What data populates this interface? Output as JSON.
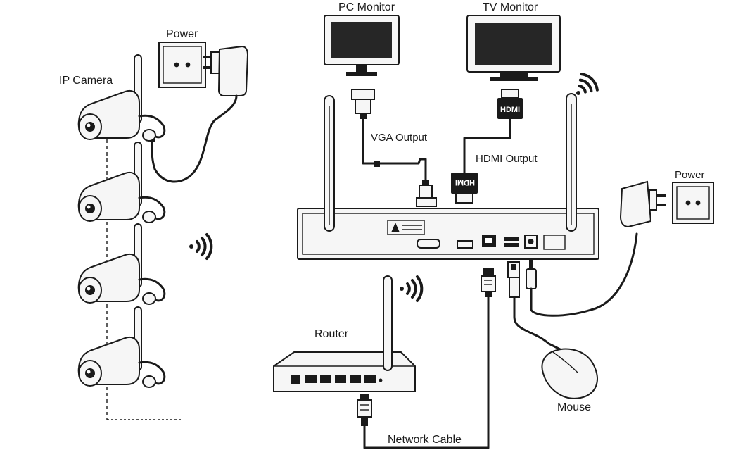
{
  "labels": {
    "pc_monitor": "PC Monitor",
    "tv_monitor": "TV Monitor",
    "power_top": "Power",
    "ip_camera": "IP Camera",
    "vga_output": "VGA Output",
    "hdmi_output": "HDMI Output",
    "power_right": "Power",
    "router": "Router",
    "mouse": "Mouse",
    "network_cable": "Network Cable",
    "hdmi_plug_text": "HDMI",
    "hdmi_plug_text_flipped": "HDMI"
  },
  "colors": {
    "line": "#1a1a1a",
    "device_fill": "#f6f6f6",
    "screen": "#262626",
    "background": "#ffffff"
  },
  "icons": [
    "wifi-icon",
    "power-socket-icon",
    "power-adapter-icon",
    "monitor-icon",
    "hdmi-plug-icon",
    "vga-plug-icon",
    "ethernet-plug-icon",
    "usb-plug-icon",
    "dc-plug-icon",
    "antenna-icon",
    "mouse-icon",
    "router-icon",
    "ip-camera-icon"
  ]
}
